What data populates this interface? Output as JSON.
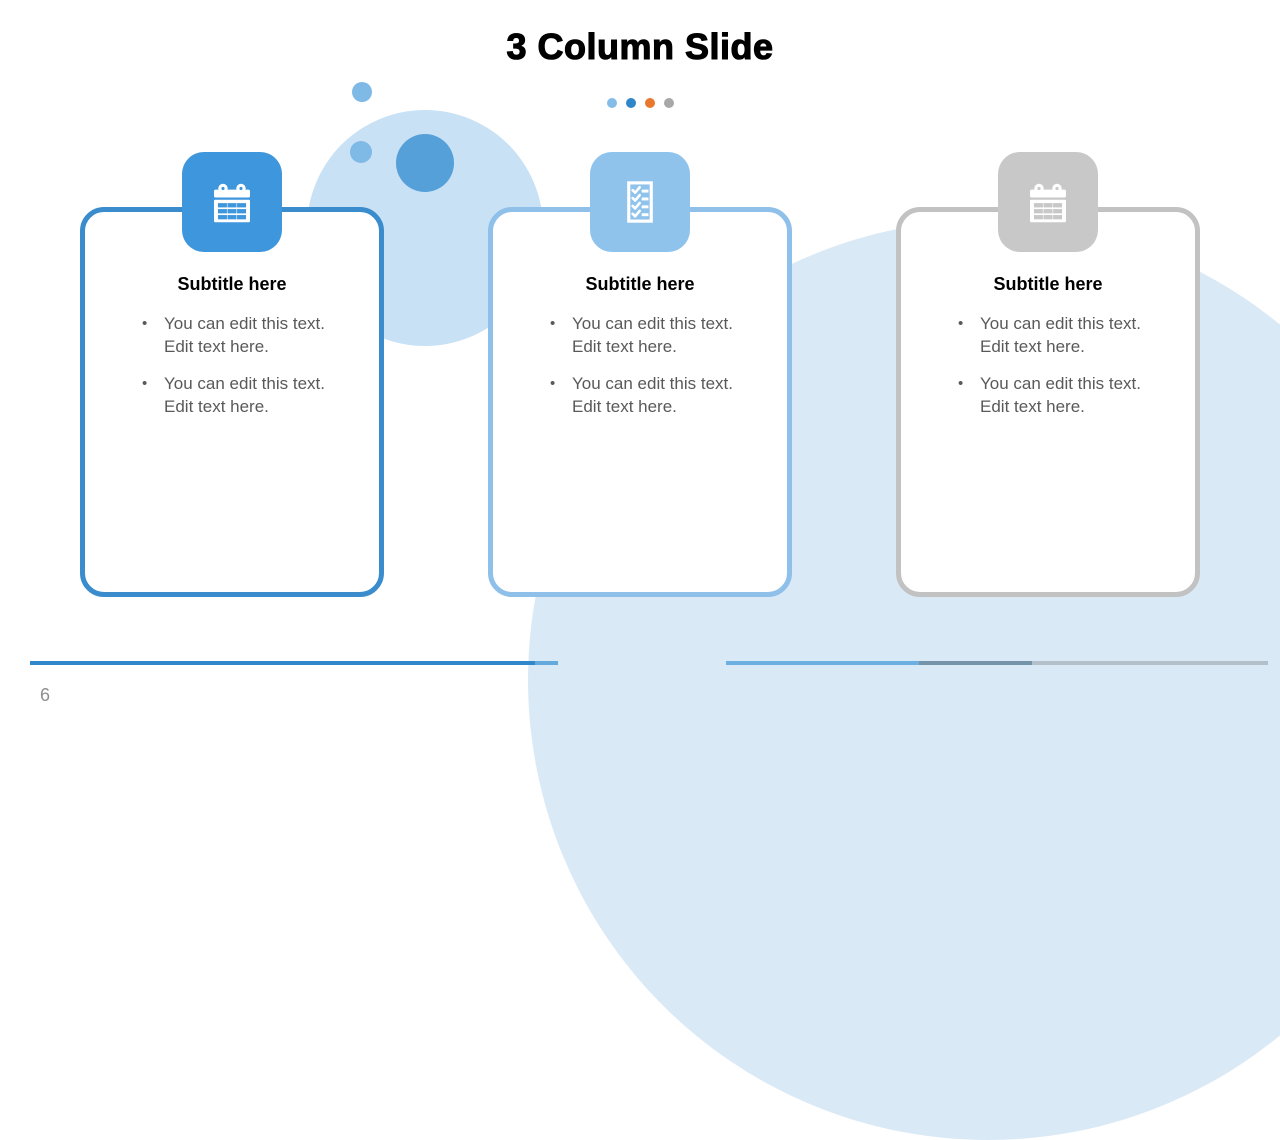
{
  "title": "3 Column Slide",
  "page_number": "6",
  "progress_dots": {
    "colors": [
      "#85bce8",
      "#2f86c8",
      "#e8782e",
      "#a8a8a8"
    ]
  },
  "background": {
    "blob_color": "#dae9f6",
    "circle_large_color": "#c9e1f5",
    "circle_medium_color": "#55a0d9",
    "circle_small_color": "#7fb9e6"
  },
  "columns": [
    {
      "icon": "calendar-icon",
      "accent": "#3a8ccd",
      "icon_bg": "#3e96dc",
      "subtitle": "Subtitle here",
      "bullets": [
        {
          "line1": "You can edit this text.",
          "line2": "Edit text here."
        },
        {
          "line1": "You can edit this text.",
          "line2": "Edit text here."
        }
      ]
    },
    {
      "icon": "checklist-icon",
      "accent": "#8fc0e9",
      "icon_bg": "#8fc3ec",
      "subtitle": "Subtitle here",
      "bullets": [
        {
          "line1": "You can edit this text.",
          "line2": "Edit text here."
        },
        {
          "line1": "You can edit this text.",
          "line2": "Edit text here."
        }
      ]
    },
    {
      "icon": "calendar-icon",
      "accent": "#c2c2c2",
      "icon_bg": "#c8c8c8",
      "subtitle": "Subtitle here",
      "bullets": [
        {
          "line1": "You can edit this text.",
          "line2": "Edit text here."
        },
        {
          "line1": "You can edit this text.",
          "line2": "Edit text here."
        }
      ]
    }
  ],
  "footer": {
    "left_line_segments": [
      {
        "color": "#3088ca"
      },
      {
        "color": "#65aadd"
      }
    ],
    "right_line_segments": [
      {
        "color": "#6cb0e1"
      },
      {
        "color": "#7593a9"
      },
      {
        "color": "#b3bfc9"
      }
    ]
  }
}
